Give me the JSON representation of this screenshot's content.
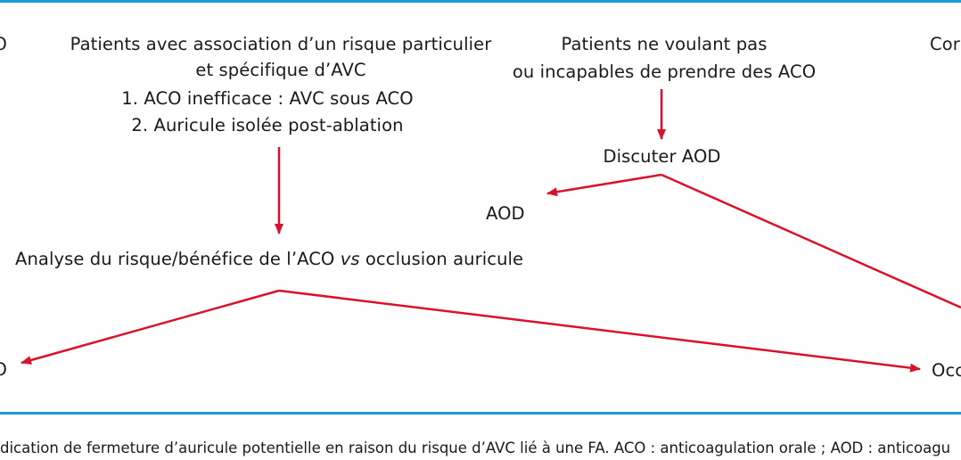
{
  "colors": {
    "frame": "#1a9ad6",
    "arrow": "#d9112a",
    "text": "#1a1a1a"
  },
  "diagram": {
    "left_edge_fragment_top": "O",
    "left_edge_fragment_bottom": "O",
    "box_left": {
      "line1": "Patients avec association d’un risque particulier",
      "line2": "et spécifique d’AVC",
      "item1": "1. ACO inefficace : AVC sous ACO",
      "item2": "2. Auricule isolée post-ablation"
    },
    "box_middle": {
      "line1": "Patients ne voulant pas",
      "line2": "ou incapables de prendre des ACO"
    },
    "right_edge_fragment_top": "Cor",
    "discuss": "Discuter AOD",
    "aod_label": "AOD",
    "analysis_prefix": "Analyse du risque/bénéfice de l’ACO ",
    "analysis_vs": "vs",
    "analysis_suffix": " occlusion auricule",
    "right_edge_fragment_bottom": "Occ"
  },
  "caption": "dication de fermeture d’auricule potentielle en raison du risque d’AVC lié à une FA. ACO : anticoagulation orale ; AOD : anticoagu"
}
